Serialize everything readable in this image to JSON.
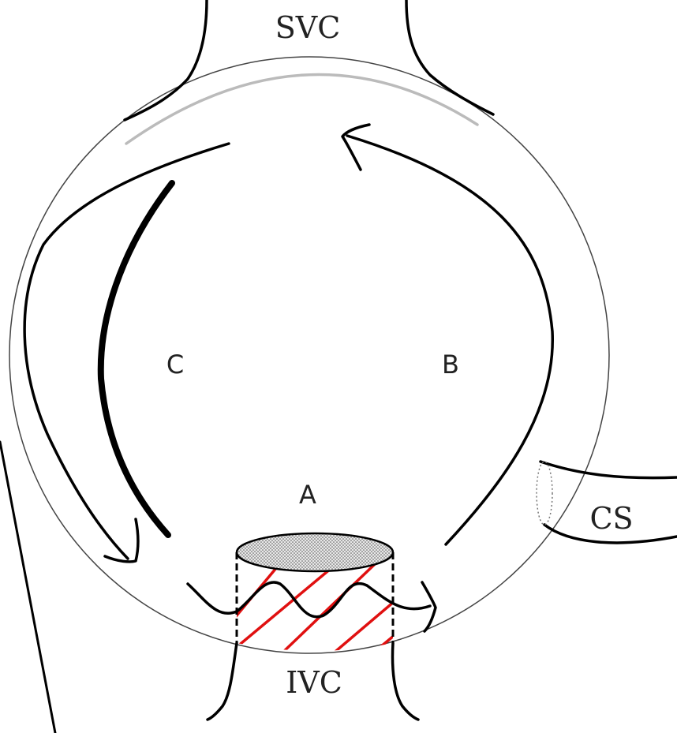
{
  "labels": {
    "svc": "SVC",
    "ivc": "IVC",
    "cs": "CS",
    "a": "A",
    "b": "B",
    "c": "C"
  },
  "colors": {
    "line": "#000000",
    "atrium_outline": "#444444",
    "svc_rim": "#bbbbbb",
    "hatch": "#e01010",
    "ivc_top_fill": "#d9d9d9"
  }
}
